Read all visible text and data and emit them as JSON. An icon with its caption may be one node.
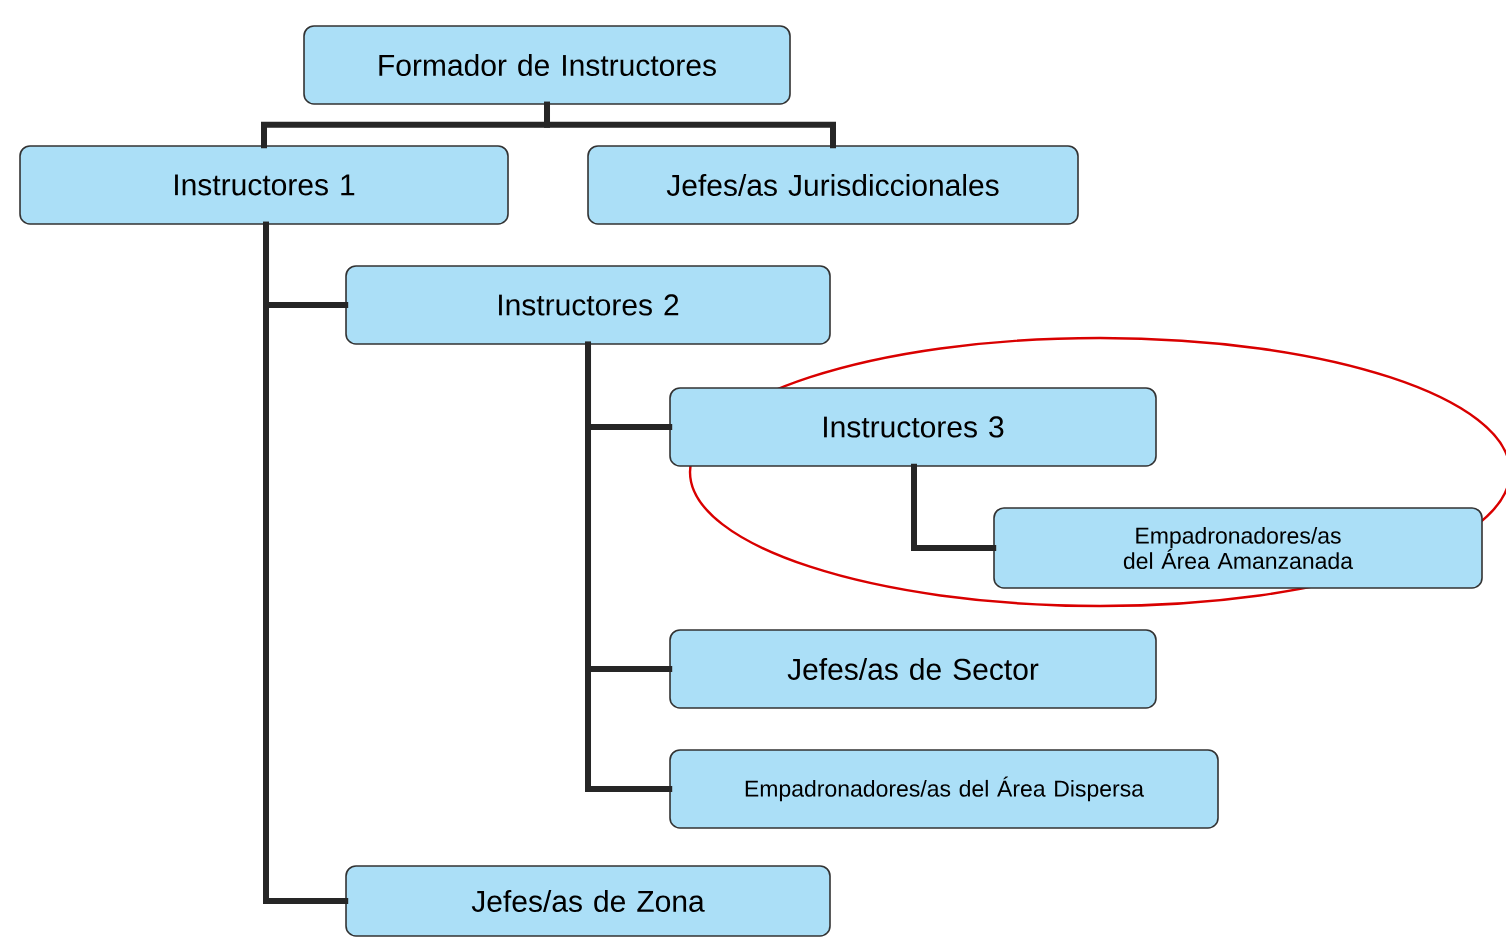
{
  "diagram": {
    "nodes": [
      {
        "text": [
          "Formador de Instructores"
        ]
      },
      {
        "text": [
          "Instructores 1"
        ]
      },
      {
        "text": [
          "Jefes/as Jurisdiccionales"
        ]
      },
      {
        "text": [
          "Instructores 2"
        ]
      },
      {
        "text": [
          "Instructores 3"
        ]
      },
      {
        "text": [
          "Empadronadores/as del Área Amanzanada"
        ]
      },
      {
        "text": [
          "Jefes/as de Sector"
        ]
      },
      {
        "text": [
          "Empadronadores/as del Área Dispersa"
        ]
      },
      {
        "text": [
          "Jefes/as de Zona"
        ]
      }
    ],
    "edges": [
      {
        "from": 0,
        "to": 1,
        "arrow": "none"
      },
      {
        "from": 0,
        "to": 2,
        "arrow": "none"
      },
      {
        "from": 1,
        "to": 3,
        "arrow": "none"
      },
      {
        "from": 1,
        "to": 8,
        "arrow": "none"
      },
      {
        "from": 3,
        "to": 4,
        "arrow": "none"
      },
      {
        "from": 3,
        "to": 6,
        "arrow": "none"
      },
      {
        "from": 3,
        "to": 7,
        "arrow": "none"
      },
      {
        "from": 4,
        "to": 5,
        "arrow": "none"
      }
    ]
  }
}
